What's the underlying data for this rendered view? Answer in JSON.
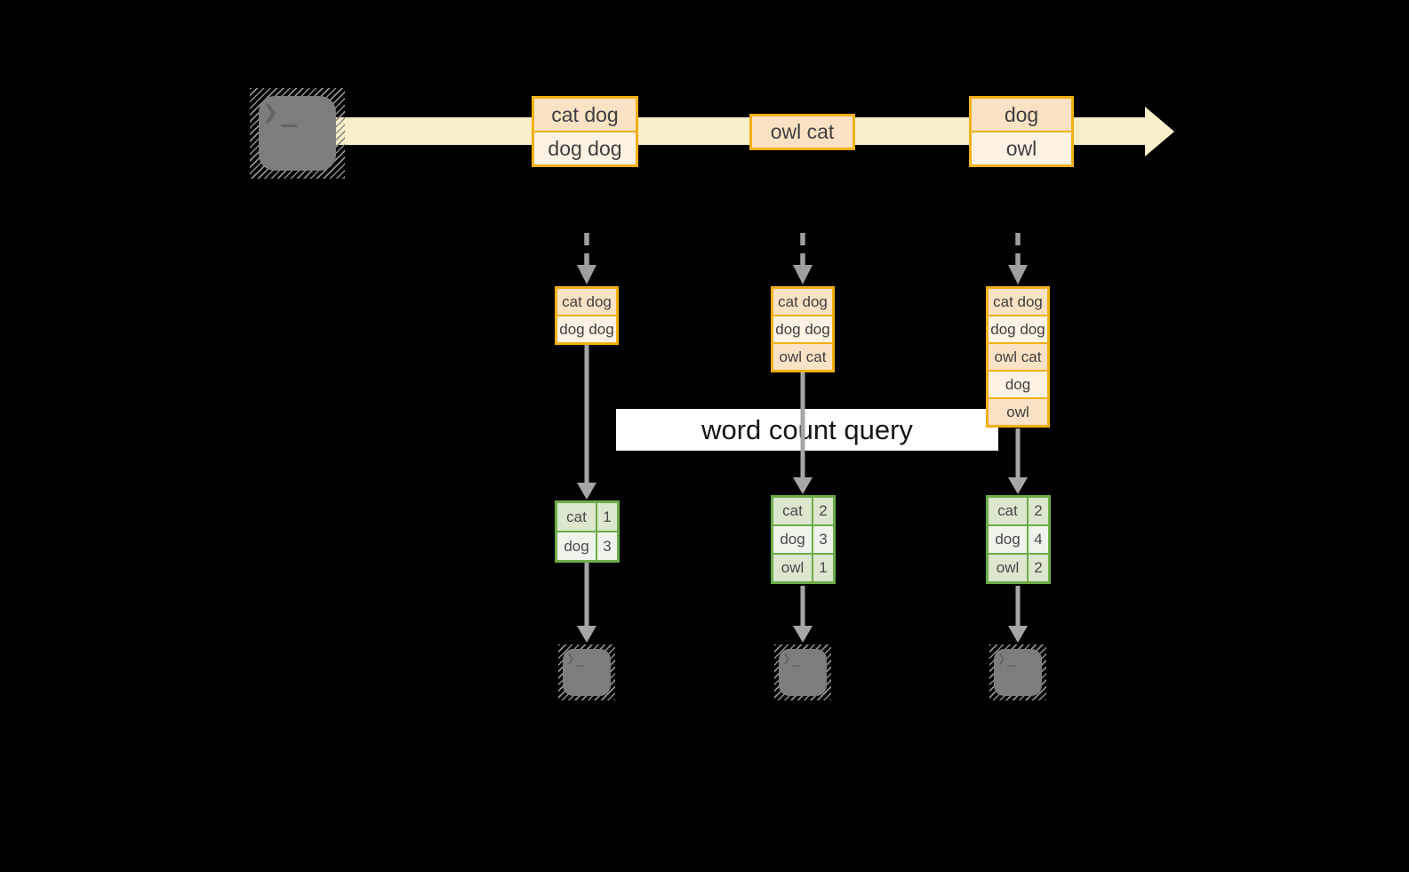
{
  "banner": {
    "label": "word count query"
  },
  "stream": {
    "event1": {
      "line1": "cat dog",
      "line2": "dog dog"
    },
    "event2": {
      "line1": "owl cat"
    },
    "event3": {
      "line1": "dog",
      "line2": "owl"
    }
  },
  "stacks": [
    {
      "cells": [
        "cat dog",
        "dog dog"
      ]
    },
    {
      "cells": [
        "cat dog",
        "dog dog",
        "owl cat"
      ]
    },
    {
      "cells": [
        "cat dog",
        "dog dog",
        "owl cat",
        "dog",
        "owl"
      ]
    }
  ],
  "tables": [
    {
      "rows": [
        {
          "word": "cat",
          "count": "1"
        },
        {
          "word": "dog",
          "count": "3"
        }
      ]
    },
    {
      "rows": [
        {
          "word": "cat",
          "count": "2"
        },
        {
          "word": "dog",
          "count": "3"
        },
        {
          "word": "owl",
          "count": "1"
        }
      ]
    },
    {
      "rows": [
        {
          "word": "cat",
          "count": "2"
        },
        {
          "word": "dog",
          "count": "4"
        },
        {
          "word": "owl",
          "count": "2"
        }
      ]
    }
  ],
  "icons": {
    "terminal_prompt": "❯_"
  },
  "colors": {
    "background": "#000000",
    "stream_cream": "#f9efc8",
    "gold_border": "#f2b014",
    "peach_dark": "#fbe2c4",
    "peach_light": "#fdf2e3",
    "green_border": "#6dac48",
    "green_row_dark": "#dbe7cf",
    "green_row_light": "#eff4ea",
    "arrow_gray": "#a3a3a3",
    "terminal_gray": "#7d7d7d"
  }
}
